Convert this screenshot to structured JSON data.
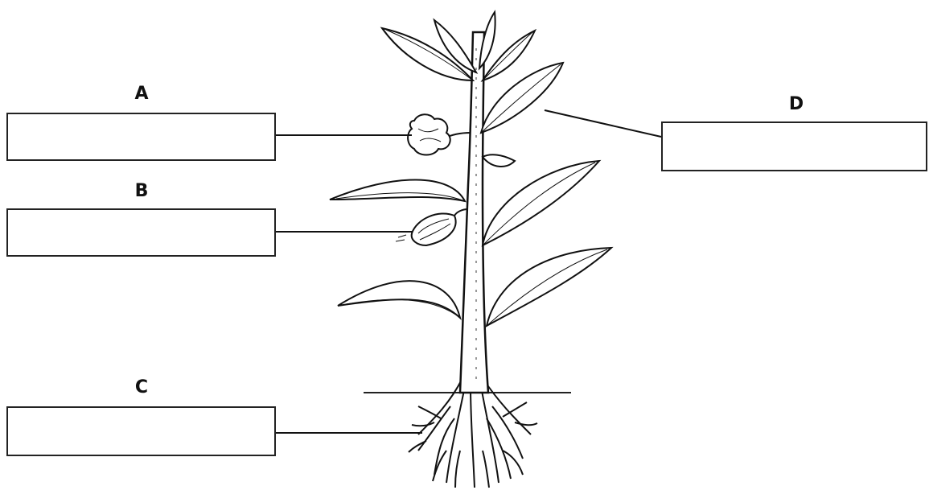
{
  "labels": {
    "a": {
      "letter": "A",
      "value": ""
    },
    "b": {
      "letter": "B",
      "value": ""
    },
    "c": {
      "letter": "C",
      "value": ""
    },
    "d": {
      "letter": "D",
      "value": ""
    }
  }
}
